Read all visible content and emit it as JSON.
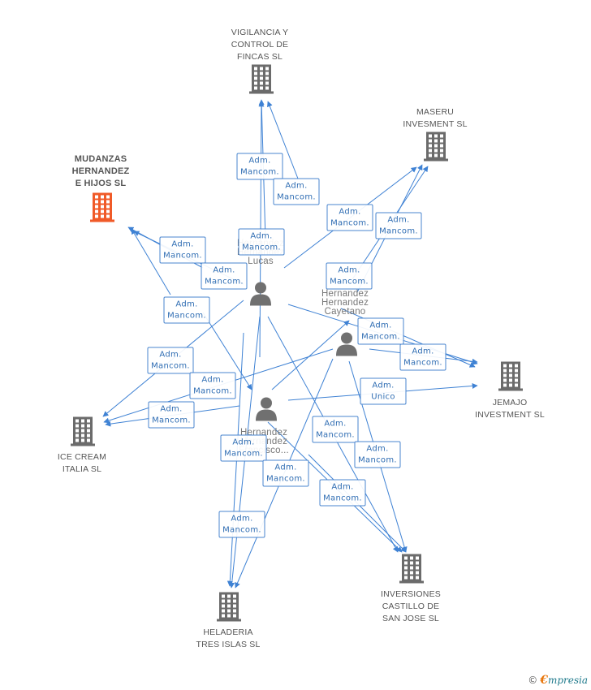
{
  "companies": [
    {
      "id": "vigilancia",
      "label": "VIGILANCIA Y\nCONTROL DE\nFINCAS SL",
      "focus": false
    },
    {
      "id": "maseru",
      "label": "MASERU\nINVESMENT SL",
      "focus": false
    },
    {
      "id": "mudanzas",
      "label": "MUDANZAS\nHERNANDEZ\nE HIJOS SL",
      "focus": true
    },
    {
      "id": "jemajo",
      "label": "JEMAJO\nINVESTMENT SL",
      "focus": false
    },
    {
      "id": "icecream",
      "label": "ICE CREAM\nITALIA SL",
      "focus": false
    },
    {
      "id": "inversiones",
      "label": "INVERSIONES\nCASTILLO DE\nSAN JOSE SL",
      "focus": false
    },
    {
      "id": "heladeria",
      "label": "HELADERIA\nTRES ISLAS SL",
      "focus": false
    }
  ],
  "persons": [
    {
      "id": "lucas",
      "label": "Hernandez\nHernandez\nLucas"
    },
    {
      "id": "cayetano",
      "label": "Hernandez\nHernandez\nCayetano"
    },
    {
      "id": "francisco",
      "label": "Hernandez\nHernandez\nFrancisco..."
    }
  ],
  "edge_labels": [
    {
      "line1": "Adm.",
      "line2": "Mancom."
    },
    {
      "line1": "Adm.",
      "line2": "Mancom."
    },
    {
      "line1": "Adm.",
      "line2": "Mancom."
    },
    {
      "line1": "Adm.",
      "line2": "Mancom."
    },
    {
      "line1": "Adm.",
      "line2": "Mancom."
    },
    {
      "line1": "Adm.",
      "line2": "Mancom."
    },
    {
      "line1": "Adm.",
      "line2": "Mancom."
    },
    {
      "line1": "Adm.",
      "line2": "Mancom."
    },
    {
      "line1": "Adm.",
      "line2": "Mancom."
    },
    {
      "line1": "Adm.",
      "line2": "Mancom."
    },
    {
      "line1": "Adm.",
      "line2": "Mancom."
    },
    {
      "line1": "Adm.",
      "line2": "Mancom."
    },
    {
      "line1": "Adm.",
      "line2": "Mancom."
    },
    {
      "line1": "Adm.",
      "line2": "Mancom."
    },
    {
      "line1": "Adm.",
      "line2": "Unico"
    },
    {
      "line1": "Adm.",
      "line2": "Mancom."
    },
    {
      "line1": "Adm.",
      "line2": "Mancom."
    },
    {
      "line1": "Adm.",
      "line2": "Mancom."
    },
    {
      "line1": "Adm.",
      "line2": "Mancom."
    },
    {
      "line1": "Adm.",
      "line2": "Mancom."
    },
    {
      "line1": "Adm.",
      "line2": "Mancom."
    }
  ],
  "colors": {
    "edge": "#3f82d4",
    "building": "#6b6b6b",
    "focus_building": "#f05a28",
    "person": "#707070"
  },
  "footer": {
    "copyright": "©",
    "brand_e": "€",
    "brand_rest": "mpresia"
  }
}
